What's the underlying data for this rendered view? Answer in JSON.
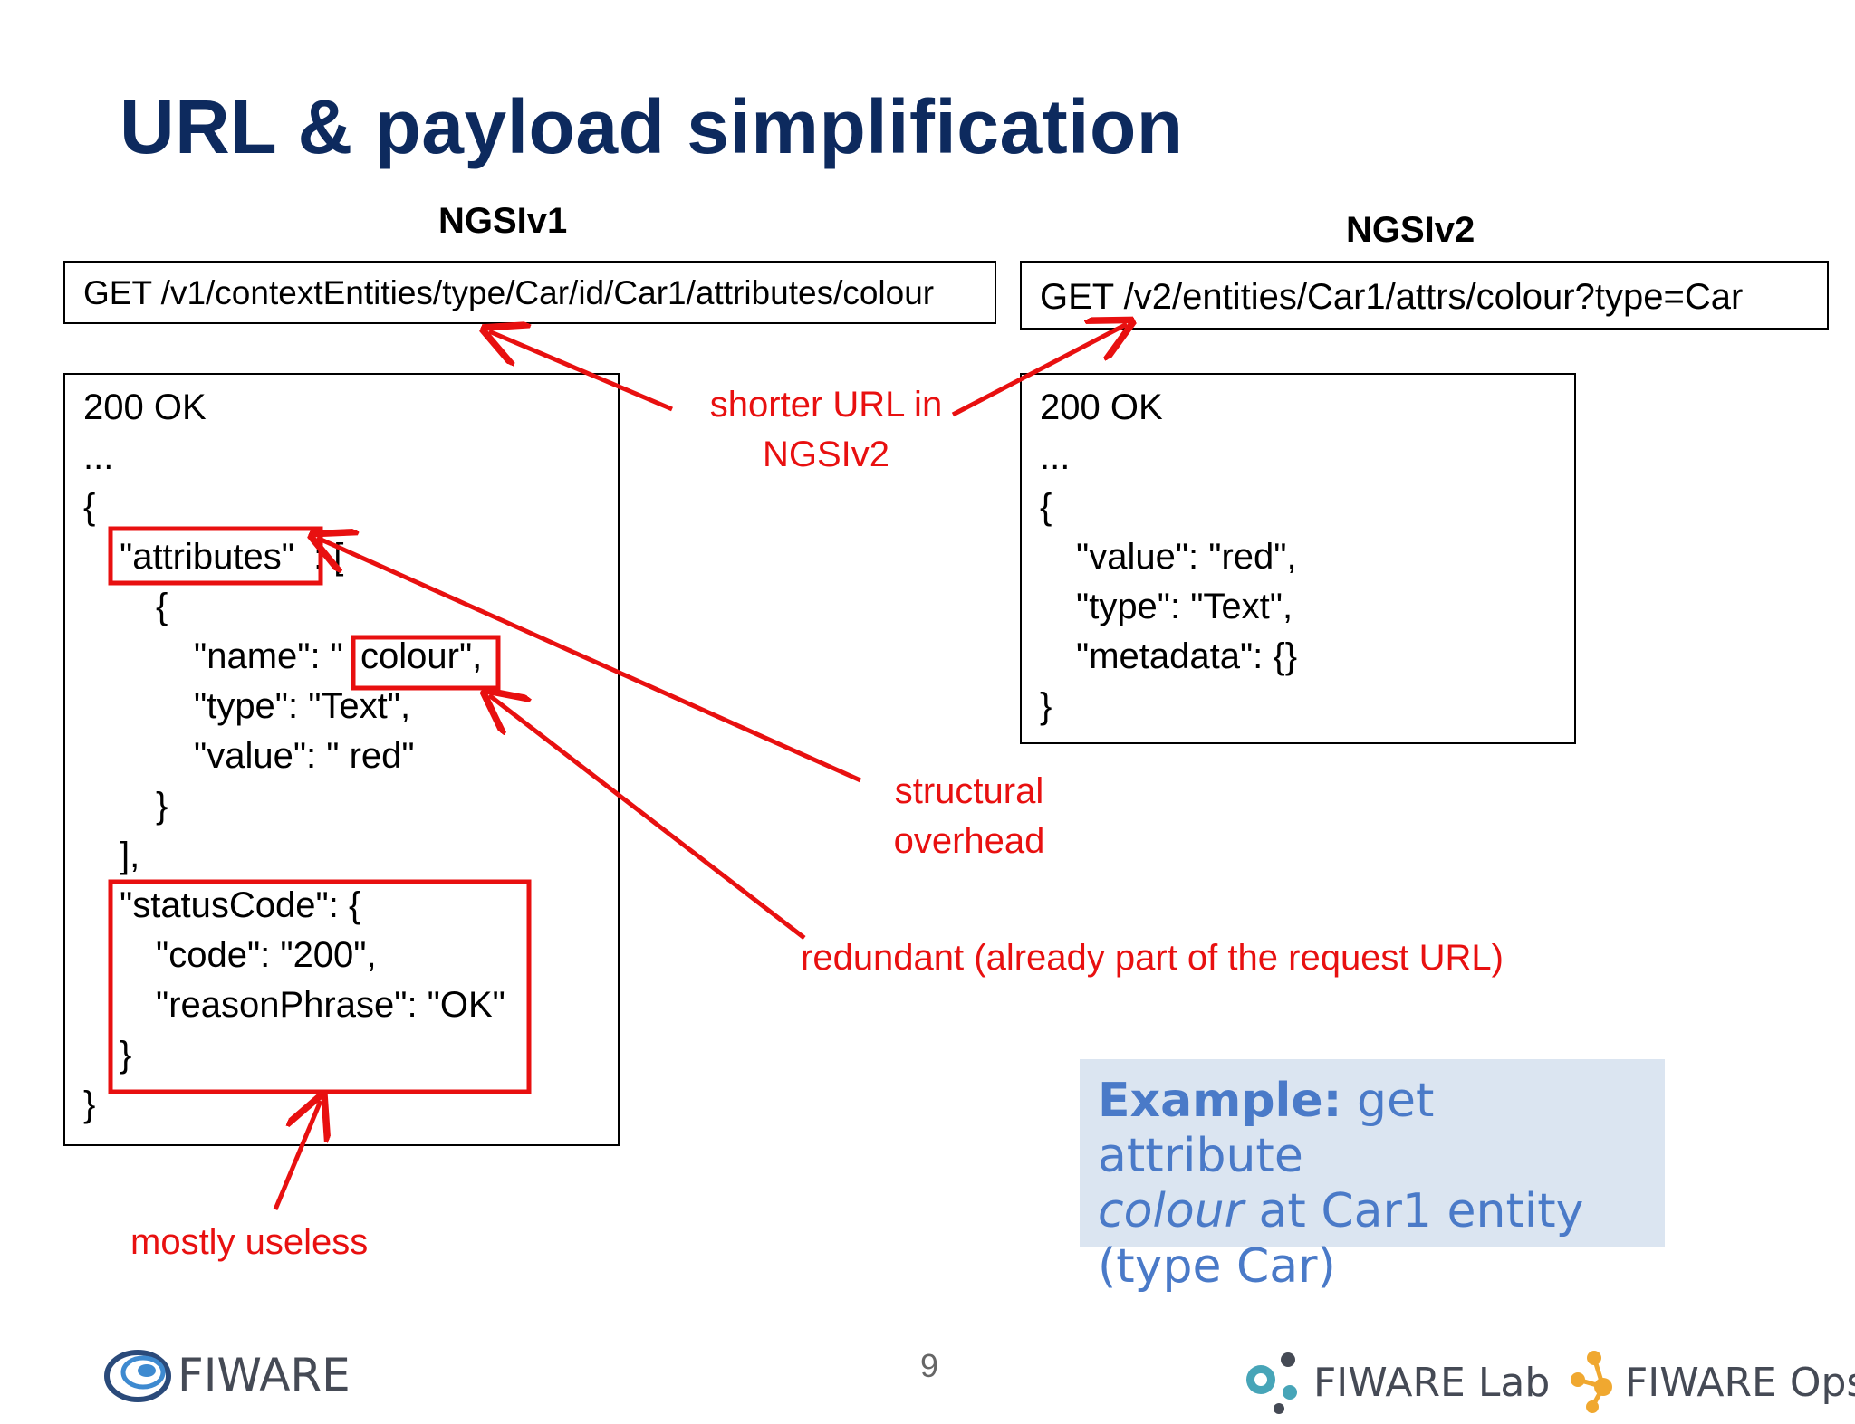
{
  "slide": {
    "title": "URL & payload simplification",
    "page_number": "9"
  },
  "v1": {
    "header": "NGSIv1",
    "url": "GET /v1/contextEntities/type/Car/id/Car1/attributes/colour",
    "response": {
      "status": "200 OK",
      "ellipsis": "...",
      "open_brace": "{",
      "attributes_key": "\"attributes\"",
      "attributes_colon": ": [",
      "inner_open": "{",
      "name_key": "\"name\": \"",
      "name_value": "colour\",",
      "type_line": "\"type\": \"Text\",",
      "value_line": "\"value\": \" red\"",
      "inner_close": "}",
      "array_close": "],",
      "status_code_line": "\"statusCode\": {",
      "code_line": "\"code\": \"200\",",
      "reason_line": "\"reasonPhrase\": \"OK\"",
      "status_close": "}",
      "close_brace": "}"
    }
  },
  "v2": {
    "header": "NGSIv2",
    "url": "GET /v2/entities/Car1/attrs/colour?type=Car",
    "response": {
      "status": "200 OK",
      "ellipsis": "...",
      "open_brace": "{",
      "value_line": "\"value\": \"red\",",
      "type_line": "\"type\": \"Text\",",
      "metadata_line": "\"metadata\": {}",
      "close_brace": "}"
    }
  },
  "annotations": {
    "shorter_line1": "shorter URL in",
    "shorter_line2": "NGSIv2",
    "structural_line1": "structural",
    "structural_line2": "overhead",
    "redundant": "redundant (already part of the request URL)",
    "useless": "mostly useless"
  },
  "example": {
    "label": "Example:",
    "text1": " get attribute",
    "italic": "colour",
    "text2": " at Car1 entity",
    "text3": "(type Car)"
  },
  "logos": {
    "fiware": "FIWARE",
    "fiware_lab": "FIWARE Lab",
    "fiware_ops": "FIWARE Ops"
  },
  "colors": {
    "title": "#0d2a5e",
    "annotation_red": "#e81010",
    "example_bg": "#dbe5f1",
    "example_text": "#4a7ac8",
    "fiware_lab_accent": "#47a5b8",
    "fiware_ops_accent": "#f0a830"
  }
}
